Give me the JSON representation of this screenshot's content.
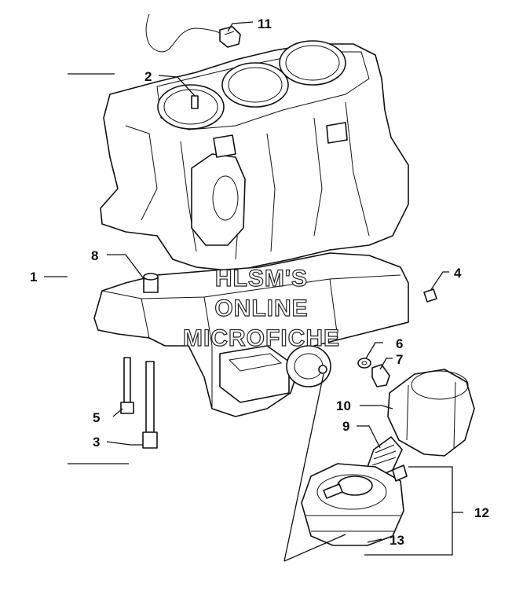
{
  "callouts": {
    "c1": "1",
    "c2": "2",
    "c3": "3",
    "c4": "4",
    "c5": "5",
    "c6": "6",
    "c7": "7",
    "c8": "8",
    "c9": "9",
    "c10": "10",
    "c11": "11",
    "c12": "12",
    "c13": "13"
  },
  "watermark": {
    "line1": "HLSM'S",
    "line2": "ONLINE",
    "line3": "MICROFICHE"
  },
  "colors": {
    "ink": "#111111",
    "paper": "#ffffff"
  }
}
